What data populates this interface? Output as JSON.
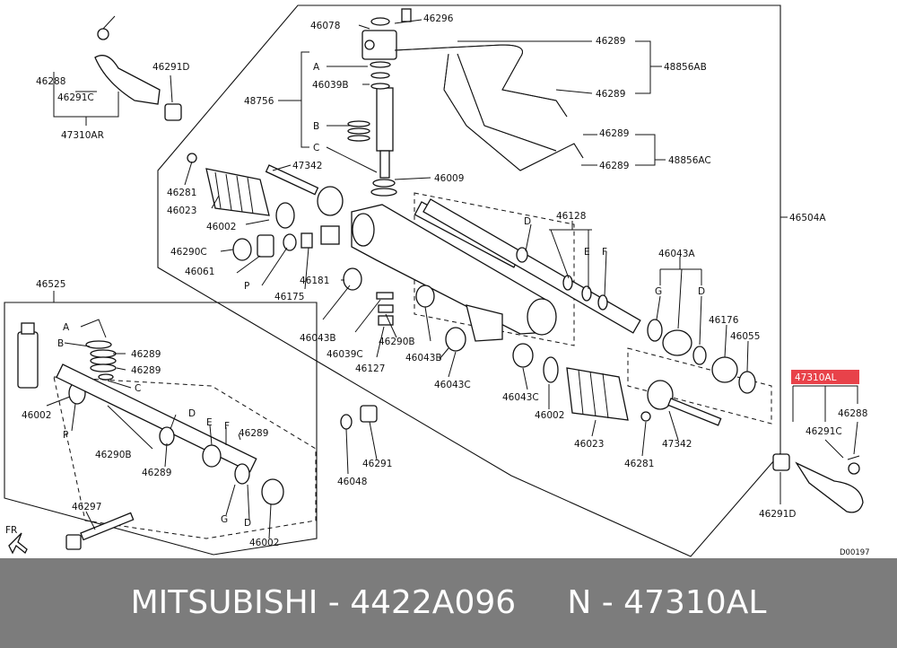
{
  "labels": {
    "p46078": "46078",
    "p46296": "46296",
    "p46289a": "46289",
    "p48856AB": "48856AB",
    "p46289b": "46289",
    "pA": "A",
    "p46039B": "46039B",
    "p48756": "48756",
    "pB": "B",
    "pC": "C",
    "p46289c": "46289",
    "p48856AC": "48856AC",
    "p46289d": "46289",
    "p46009": "46009",
    "p47342a": "47342",
    "p46281a": "46281",
    "p46023a": "46023",
    "p46002a": "46002",
    "p46290C": "46290C",
    "p46061": "46061",
    "pP": "P",
    "p46175": "46175",
    "p46181": "46181",
    "p46043B_a": "46043B",
    "p46039C": "46039C",
    "p46290B": "46290B",
    "p46127": "46127",
    "p46043B_b": "46043B",
    "p46043C_a": "46043C",
    "p46043C_b": "46043C",
    "p46002b": "46002",
    "p46023b": "46023",
    "p46281b": "46281",
    "p47342b": "47342",
    "pD": "D",
    "p46128": "46128",
    "pE": "E",
    "pF": "F",
    "p46504A": "46504A",
    "p46043A": "46043A",
    "pG": "G",
    "pD2": "D",
    "p46176": "46176",
    "p46055": "46055",
    "p46288a": "46288",
    "p46291Ca": "46291C",
    "p47310AR": "47310AR",
    "p46291Da": "46291D",
    "p47310AL": "47310AL",
    "p46288b": "46288",
    "p46291Cb": "46291C",
    "p46291Db": "46291D",
    "p46525": "46525",
    "k_A": "A",
    "k_B": "B",
    "k_46289a": "46289",
    "k_46289b": "46289",
    "k_C": "C",
    "k_46002": "46002",
    "k_P": "P",
    "k_D": "D",
    "k_E": "E",
    "k_F": "F",
    "k_46290B": "46290B",
    "k_46289c": "46289",
    "k_46289d": "46289",
    "k_G": "G",
    "k_D2": "D",
    "k_46002b": "46002",
    "k_46297": "46297",
    "k_46048": "46048",
    "k_46291": "46291",
    "fr": "FR",
    "code": "D00197"
  },
  "footer": {
    "text": "MITSUBISHI - 4422A096     N - 47310AL"
  },
  "colors": {
    "highlight": "#e8424a",
    "footer_bg": "#7c7c7c"
  }
}
